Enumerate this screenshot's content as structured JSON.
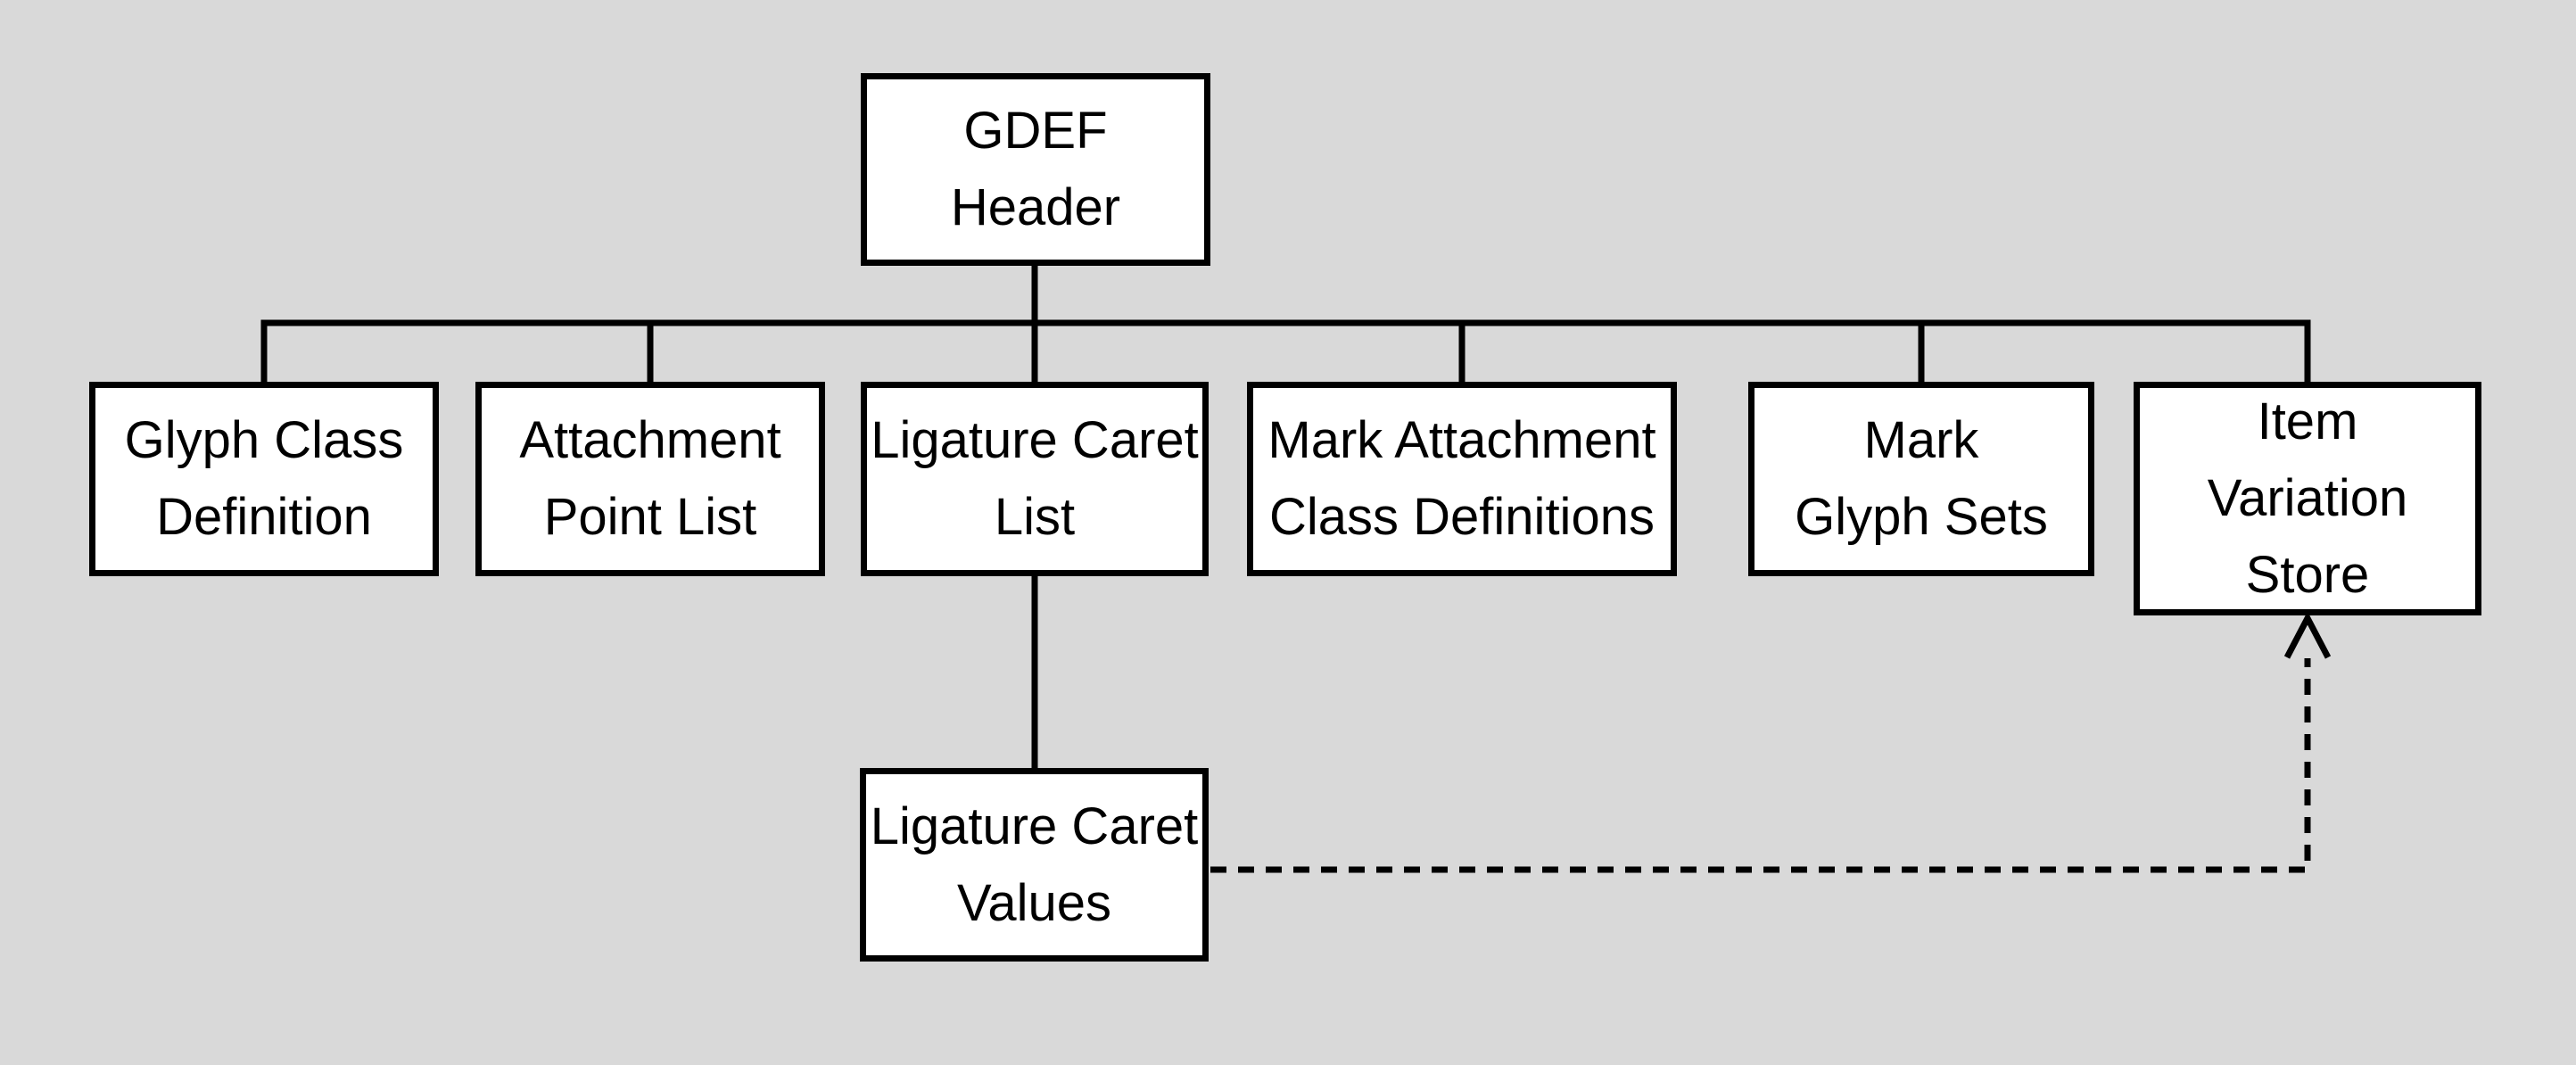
{
  "diagram": {
    "root": {
      "label": "GDEF\nHeader"
    },
    "children": [
      {
        "label": "Glyph Class\nDefinition"
      },
      {
        "label": "Attachment\nPoint List"
      },
      {
        "label": "Ligature Caret\nList"
      },
      {
        "label": "Mark Attachment\nClass Definitions"
      },
      {
        "label": "Mark\nGlyph Sets"
      },
      {
        "label": "Item\nVariation\nStore"
      }
    ],
    "leaf": {
      "label": "Ligature Caret\nValues"
    },
    "edges": [
      {
        "from": "GDEF Header",
        "to": "Glyph Class Definition",
        "style": "solid"
      },
      {
        "from": "GDEF Header",
        "to": "Attachment Point List",
        "style": "solid"
      },
      {
        "from": "GDEF Header",
        "to": "Ligature Caret List",
        "style": "solid"
      },
      {
        "from": "GDEF Header",
        "to": "Mark Attachment Class Definitions",
        "style": "solid"
      },
      {
        "from": "GDEF Header",
        "to": "Mark Glyph Sets",
        "style": "solid"
      },
      {
        "from": "GDEF Header",
        "to": "Item Variation Store",
        "style": "solid"
      },
      {
        "from": "Ligature Caret List",
        "to": "Ligature Caret Values",
        "style": "solid"
      },
      {
        "from": "Ligature Caret Values",
        "to": "Item Variation Store",
        "style": "dashed-arrow"
      }
    ],
    "colors": {
      "background": "#d9d9d9",
      "box_fill": "#ffffff",
      "line": "#000000"
    }
  }
}
